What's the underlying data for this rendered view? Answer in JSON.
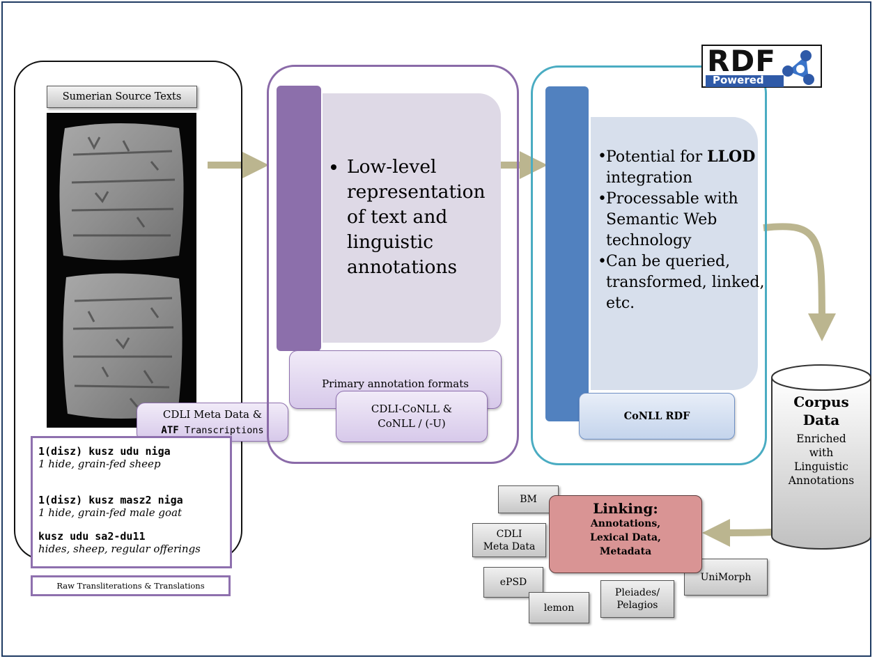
{
  "source": {
    "title": "Sumerian Source Texts",
    "meta_pill": {
      "line1": "CDLI Meta Data &",
      "line2_bold": "ATF",
      "line2_rest": " Transcriptions"
    },
    "translits": [
      {
        "atf": "1(disz) kusz udu niga",
        "translation": "1 hide, grain-fed sheep"
      },
      {
        "atf": "1(disz) kusz masz2 niga",
        "translation": "1 hide, grain-fed male goat"
      },
      {
        "atf": "kusz udu sa2-du11",
        "translation": "hides, sheep, regular offerings"
      }
    ],
    "raw_label": "Raw Transliterations & Translations"
  },
  "primary": {
    "bullet": "Low-level representation of text and linguistic annotations",
    "formats_label": "Primary annotation formats",
    "conll_line1": "CDLI-CoNLL &",
    "conll_line2": "CoNLL / (-U)"
  },
  "rdf": {
    "logo_text": "RDF",
    "logo_sub": "Powered",
    "bullets": [
      {
        "pre": "Potential for ",
        "bold": "LLOD",
        "post": " integration"
      },
      {
        "pre": "Processable with Semantic Web technology",
        "bold": "",
        "post": ""
      },
      {
        "pre": "Can be queried, transformed, linked, etc.",
        "bold": "",
        "post": ""
      }
    ],
    "format_label": "CoNLL RDF"
  },
  "corpus": {
    "title_line1": "Corpus",
    "title_line2": "Data",
    "desc_line1": "Enriched",
    "desc_line2": "with",
    "desc_line3": "Linguistic",
    "desc_line4": "Annotations"
  },
  "linking": {
    "title": "Linking:",
    "line1": "Annotations,",
    "line2": "Lexical Data,",
    "line3": "Metadata"
  },
  "resources": {
    "bm": "BM",
    "cdli_line1": "CDLI",
    "cdli_line2": "Meta Data",
    "epsd": "ePSD",
    "lemon": "lemon",
    "pleiades_line1": "Pleiades/",
    "pleiades_line2": "Pelagios",
    "unimorph": "UniMorph"
  },
  "colors": {
    "arrow": "#bbb58f",
    "purple": "#8c6fab",
    "teal": "#4aacc2",
    "blue": "#5181bf",
    "linking": "#d99494"
  }
}
